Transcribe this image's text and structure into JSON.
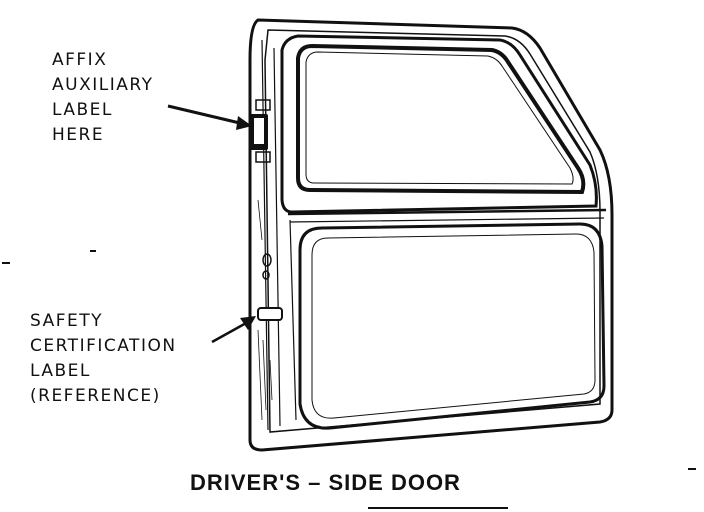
{
  "labels": {
    "auxiliary_label": [
      "AFFIX",
      "AUXILIARY",
      "LABEL",
      "HERE"
    ],
    "safety_label": [
      "SAFETY",
      "CERTIFICATION",
      "LABEL",
      "(REFERENCE)"
    ]
  },
  "caption": "DRIVER'S – SIDE DOOR"
}
